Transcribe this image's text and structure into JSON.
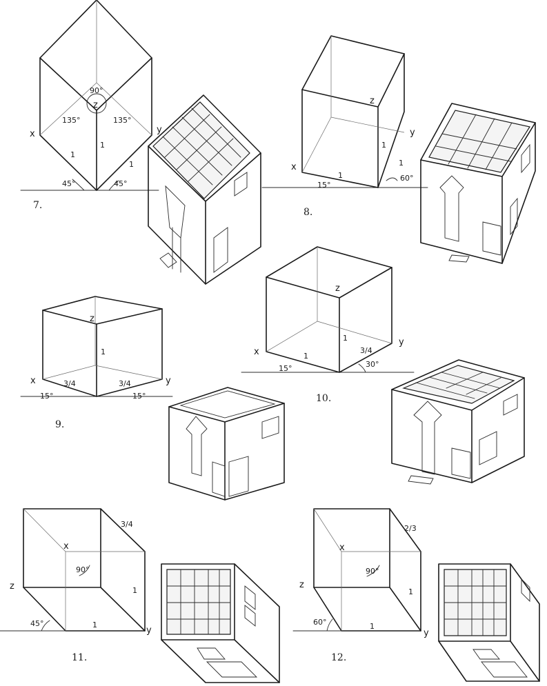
{
  "figures": [
    {
      "number": "7.",
      "labels": {
        "x": "x",
        "y": "y",
        "z": "z",
        "angle_top": "90°",
        "angle_left": "135°",
        "angle_right": "135°",
        "edge_x": "1",
        "edge_z": "1",
        "edge_y": "1",
        "base_left": "45°",
        "base_right": "45°"
      }
    },
    {
      "number": "8.",
      "labels": {
        "x": "x",
        "y": "y",
        "z": "z",
        "edge_x": "1",
        "edge_z": "1",
        "edge_y": "1",
        "base_left": "15°",
        "base_right": "60°"
      }
    },
    {
      "number": "9.",
      "labels": {
        "x": "x",
        "y": "y",
        "z": "z",
        "edge_z": "1",
        "edge_x": "3/4",
        "edge_y": "3/4",
        "base_left": "15°",
        "base_right": "15°"
      }
    },
    {
      "number": "10.",
      "labels": {
        "x": "x",
        "y": "y",
        "z": "z",
        "edge_x": "1",
        "edge_z": "1",
        "edge_y": "3/4",
        "base_left": "15°",
        "base_right": "30°"
      }
    },
    {
      "number": "11.",
      "labels": {
        "x": "x",
        "y": "y",
        "z": "z",
        "edge_top": "3/4",
        "edge_right": "1",
        "edge_bottom": "1",
        "angle_center": "90°",
        "base_left": "45°"
      }
    },
    {
      "number": "12.",
      "labels": {
        "x": "x",
        "y": "y",
        "z": "z",
        "edge_top": "2/3",
        "edge_right": "1",
        "edge_bottom": "1",
        "angle_center": "90°",
        "base_left": "60°"
      }
    }
  ],
  "colors": {
    "ink": "#1a1a1a",
    "paper": "#ffffff"
  }
}
